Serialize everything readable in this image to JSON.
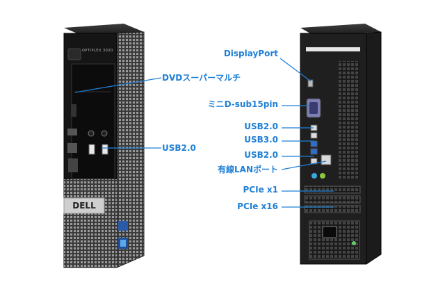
{
  "front": {
    "model_text": "OPTIPLEX 3020",
    "brand_text": "DELL"
  },
  "labels": [
    "DVDスーパーマルチ",
    "USB2.0",
    "DisplayPort",
    "ミニD-sub15pin",
    "USB2.0",
    "USB3.0",
    "USB2.0",
    "有線LANポート",
    "PCIe x1",
    "PCIe x16"
  ],
  "colors": {
    "label_text": "#1e7fd6",
    "leader_line": "#1e7fd6",
    "case_black": "#111111",
    "mesh_grey": "#5a5a5a",
    "usb3_port": "#2a6fd2"
  }
}
